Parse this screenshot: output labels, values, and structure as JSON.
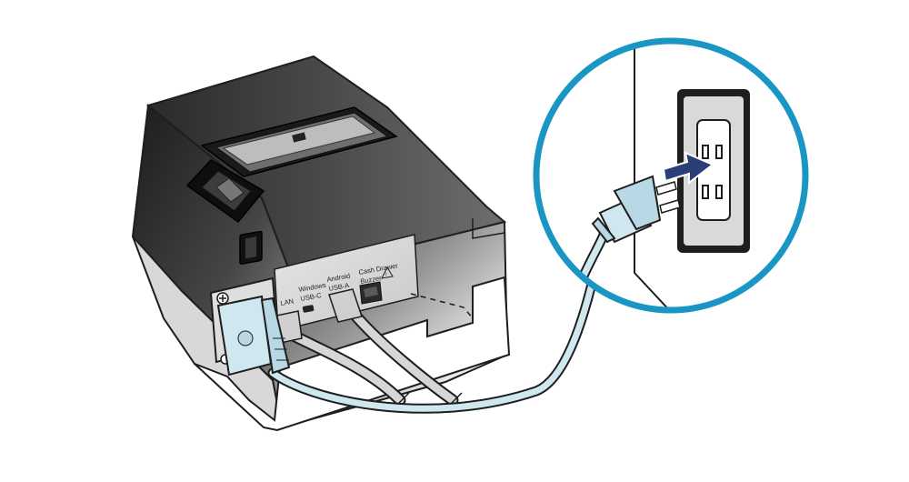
{
  "ports": {
    "lan": "LAN",
    "windows_line1": "Windows",
    "windows_line2": "USB-C",
    "android_line1": "Android",
    "android_line2": "USB-A",
    "drawer_line1": "Cash Drawer",
    "drawer_line2": "Buzzer",
    "warning_symbol": "!"
  },
  "icons": [
    "printer",
    "power-switch",
    "power-inlet",
    "power-cord",
    "wall-outlet",
    "power-plug",
    "insert-arrow-icon",
    "warning-icon"
  ],
  "colors": {
    "callout_ring": "#1a96c4",
    "cable_fill": "#cfe8f0",
    "printer_dark": "#262626",
    "arrow_fill": "#2a3f78",
    "outline": "#1e1e1e"
  }
}
